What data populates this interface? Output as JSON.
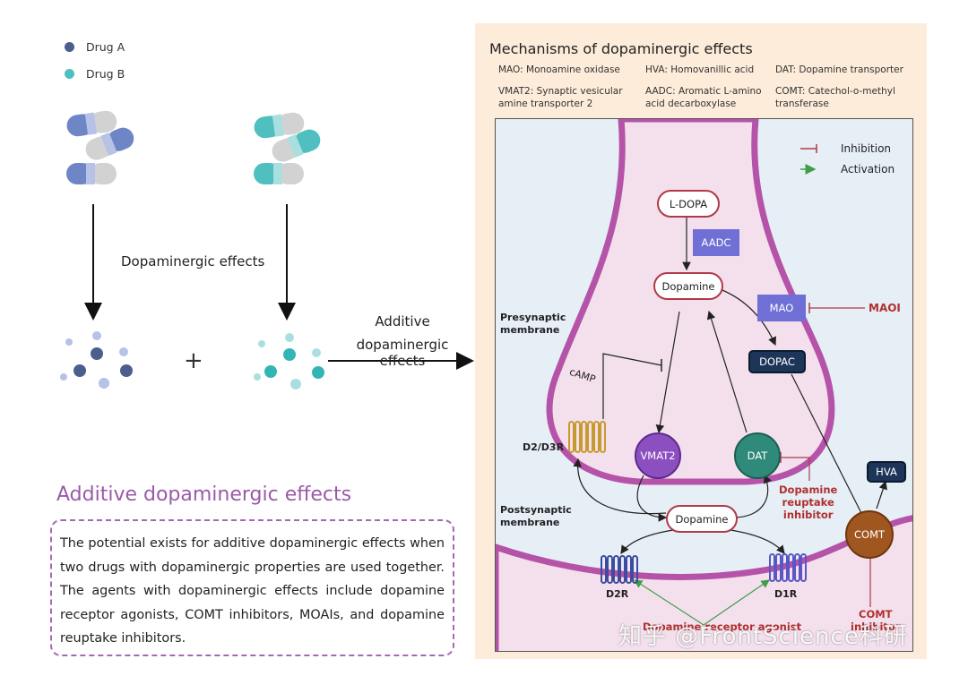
{
  "legend": {
    "drug_a": {
      "label": "Drug A",
      "color": "#4b5e8e"
    },
    "drug_b": {
      "label": "Drug B",
      "color": "#4fbfbf"
    }
  },
  "flow": {
    "dopaminergic_effects": "Dopaminergic effects",
    "plus": "+",
    "additive_line1": "Additive",
    "additive_line2": "dopaminergic effects"
  },
  "summary": {
    "title": "Additive dopaminergic effects",
    "text": "The potential exists for additive dopaminergic effects when two drugs with dopaminergic properties are used together. The agents with dopaminergic effects include dopamine receptor agonists, COMT inhibitors, MOAIs, and dopamine reuptake inhibitors."
  },
  "mechanisms": {
    "title": "Mechanisms of dopaminergic effects",
    "abbreviations": {
      "mao": "MAO: Monoamine oxidase",
      "hva": "HVA: Homovanillic acid",
      "dat": "DAT: Dopamine transporter",
      "vmat2_1": "VMAT2: Synaptic vesicular",
      "vmat2_2": "amine transporter 2",
      "aadc_1": "AADC: Aromatic L-amino",
      "aadc_2": "acid decarboxylase",
      "comt_1": "COMT: Catechol-o-methyl",
      "comt_2": "transferase"
    }
  },
  "diagram": {
    "inhibition": "Inhibition",
    "activation": "Activation",
    "l_dopa": "L-DOPA",
    "aadc": "AADC",
    "dopamine_pre": "Dopamine",
    "mao": "MAO",
    "maoi": "MAOI",
    "dopac": "DOPAC",
    "presynaptic_1": "Presynaptic",
    "presynaptic_2": "membrane",
    "camp": "cAMP",
    "d2d3r": "D2/D3R",
    "vmat2": "VMAT2",
    "dat": "DAT",
    "reuptake_1": "Dopamine",
    "reuptake_2": "reuptake",
    "reuptake_3": "inhibitor",
    "hva": "HVA",
    "comt": "COMT",
    "postsynaptic_1": "Postsynaptic",
    "postsynaptic_2": "membrane",
    "dopamine_cleft": "Dopamine",
    "d2r": "D2R",
    "d1r": "D1R",
    "agonist": "Dopamine receptor agonist",
    "comt_inhib_1": "COMT",
    "comt_inhib_2": "inhibitor",
    "colors": {
      "inhibition": "#b03a48",
      "activation": "#3f9e47",
      "membrane": "#b553a8",
      "receptor": "#c79a2e"
    }
  },
  "watermark": "知乎 @FrontScience科研"
}
